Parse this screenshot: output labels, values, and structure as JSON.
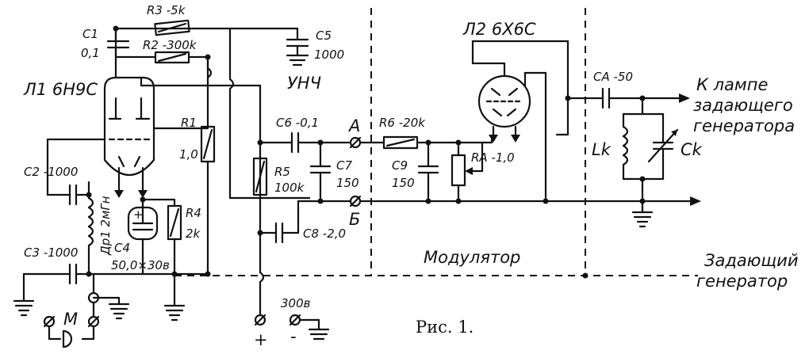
{
  "figure": {
    "caption": "Рис. 1.",
    "sections": {
      "amplifier": "УНЧ",
      "modulator": "Модулятор",
      "master_oscillator": [
        "Задающий",
        "генератор"
      ],
      "output_note": [
        "К лампе",
        "задающего",
        "генератора"
      ]
    },
    "tubes": {
      "l1": "Л1 6Н9С",
      "l2": "Л2 6Х6С"
    },
    "components": {
      "c1": [
        "C1",
        "0,1"
      ],
      "c2": "C2 -1000",
      "c3": "C3 -1000",
      "c4": [
        "C4",
        "50,0×30в"
      ],
      "c5": [
        "C5",
        "1000"
      ],
      "c6": "C6 -0,1",
      "c7": [
        "C7",
        "150"
      ],
      "c8": "C8 -2,0",
      "c9": [
        "C9",
        "150"
      ],
      "ca": "CA -50",
      "ck": "Ck",
      "lk": "Lk",
      "r1": [
        "R1",
        "1,0"
      ],
      "r2": "R2 -300k",
      "r3": "R3 -5k",
      "r4": [
        "R4",
        "2k"
      ],
      "r5": [
        "R5",
        "100k"
      ],
      "r6": "R6 -20k",
      "ra": "RA -1,0",
      "dr1": "Др1 2мГн",
      "mic": "М"
    },
    "terminals": {
      "a": "А",
      "b": "Б",
      "plus": "+",
      "minus": "-",
      "supply": "300в"
    }
  }
}
